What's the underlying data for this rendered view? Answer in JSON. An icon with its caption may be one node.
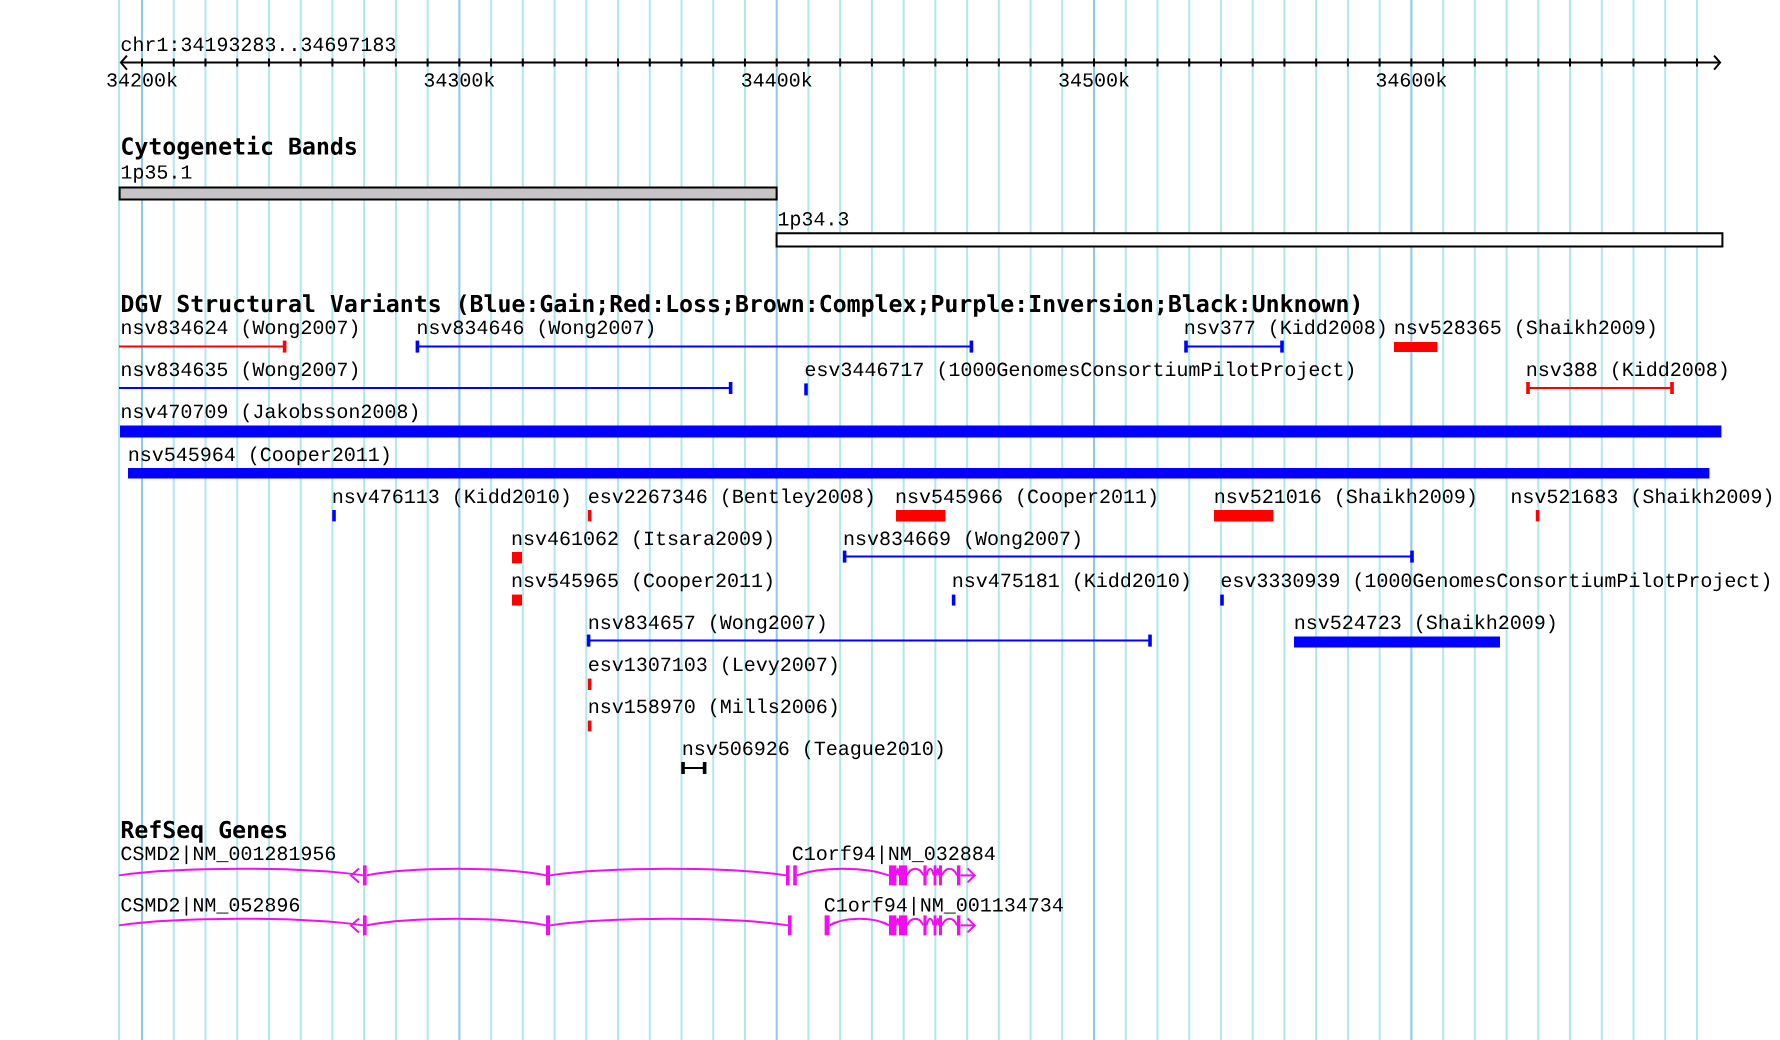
{
  "diagram": {
    "labels": [
      "chr1:34193283..34697183",
      "34200k",
      "34300k",
      "34400k",
      "34500k",
      "34600k",
      "Cytogenetic Bands",
      "1p35.1",
      "1p34.3",
      "DGV Structural Variants (Blue:Gain;Red:Loss;Brown:Complex;Purple:Inversion;Black:Unknown)",
      "nsv834624 (Wong2007)",
      "nsv834646 (Wong2007)",
      "nsv377 (Kidd2008)",
      "nsv528365 (Shaikh2009)",
      "nsv834635 (Wong2007)",
      "esv3446717 (1000GenomesConsortiumPilotProject)",
      "nsv388 (Kidd2008)",
      "nsv470709 (Jakobsson2008)",
      "nsv545964 (Cooper2011)",
      "nsv476113 (Kidd2010)",
      "esv2267346 (Bentley2008)",
      "nsv545966 (Cooper2011)",
      "nsv521016 (Shaikh2009)",
      "nsv521683 (Shaikh2009)",
      "nsv461062 (Itsara2009)",
      "nsv834669 (Wong2007)",
      "nsv545965 (Cooper2011)",
      "nsv475181 (Kidd2010)",
      "esv3330939 (1000GenomesConsortiumPilotProject)",
      "nsv834657 (Wong2007)",
      "nsv524723 (Shaikh2009)",
      "esv1307103 (Levy2007)",
      "nsv158970 (Mills2006)",
      "nsv506926 (Teague2010)",
      "RefSeq Genes",
      "CSMD2|NM_001281956",
      "C1orf94|NM_032884",
      "CSMD2|NM_052896",
      "C1orf94|NM_001134734"
    ]
  }
}
